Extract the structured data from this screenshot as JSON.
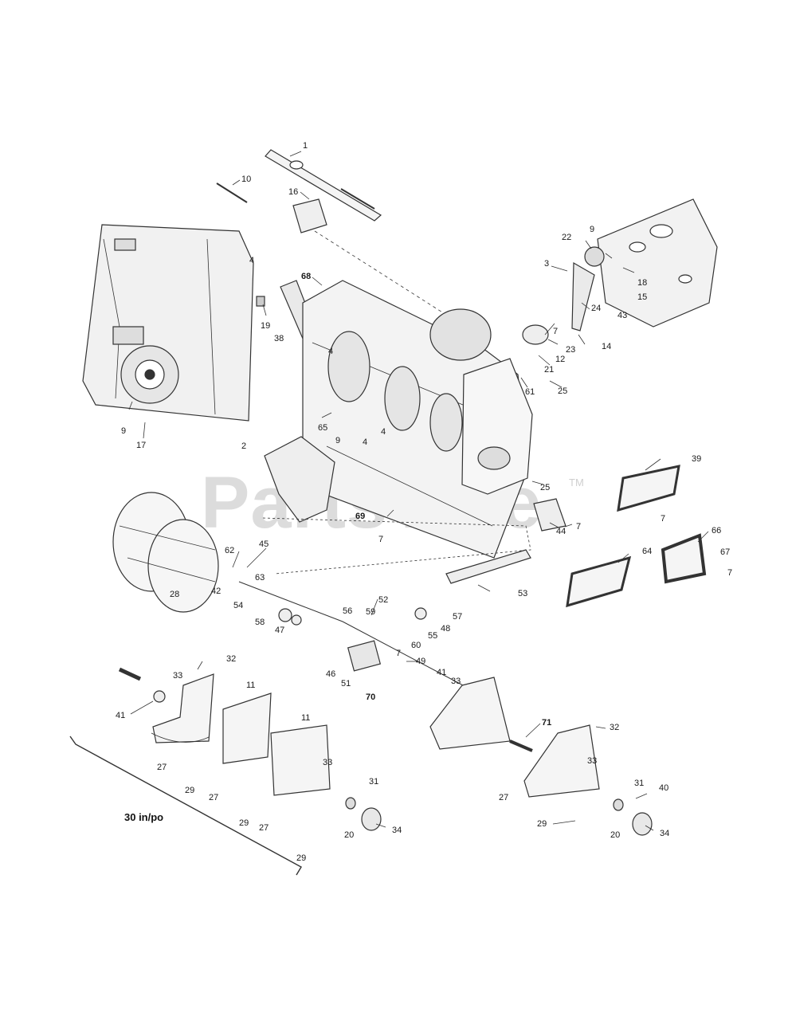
{
  "diagram": {
    "watermark": "PartsTree",
    "watermark_tm": "TM",
    "size_label": "30 in/po",
    "colors": {
      "line": "#333333",
      "shade": "#e8e8e8",
      "watermark": "#dcdcdc"
    },
    "callouts": {
      "c1": "1",
      "c10": "10",
      "c16": "16",
      "c4a": "4",
      "c68": "68",
      "c19": "19",
      "c38": "38",
      "c22": "22",
      "c9a": "9",
      "c3": "3",
      "c18": "18",
      "c15": "15",
      "c43": "43",
      "c24": "24",
      "c7a": "7",
      "c23": "23",
      "c12": "12",
      "c21": "21",
      "c14": "14",
      "c61": "61",
      "c25a": "25",
      "c4b": "4",
      "c9b": "9",
      "c17": "17",
      "c65": "65",
      "c9c": "9",
      "c4c": "4",
      "c4d": "4",
      "c2": "2",
      "c25b": "25",
      "c39": "39",
      "c69": "69",
      "c44": "44",
      "c7b": "7",
      "c7c": "7",
      "c7d": "7",
      "c66": "66",
      "c64": "64",
      "c67": "67",
      "c7e": "7",
      "c62": "62",
      "c45": "45",
      "c63": "63",
      "c28": "28",
      "c42": "42",
      "c54": "54",
      "c58": "58",
      "c47": "47",
      "c53": "53",
      "c56": "56",
      "c52": "52",
      "c59": "59",
      "c57": "57",
      "c55": "55",
      "c48": "48",
      "c60": "60",
      "c49": "49",
      "c7f": "7",
      "c46": "46",
      "c51": "51",
      "c41a": "41",
      "c33a": "33",
      "c32a": "32",
      "c33b": "33",
      "c11a": "11",
      "c41b": "41",
      "c70": "70",
      "c11b": "11",
      "c27a": "27",
      "c29a": "29",
      "c27b": "27",
      "c33c": "33",
      "c31a": "31",
      "c29b": "29",
      "c27c": "27",
      "c20a": "20",
      "c34a": "34",
      "c29c": "29",
      "c71": "71",
      "c32b": "32",
      "c33d": "33",
      "c27d": "27",
      "c31b": "31",
      "c40": "40",
      "c29d": "29",
      "c20b": "20",
      "c34b": "34"
    }
  }
}
